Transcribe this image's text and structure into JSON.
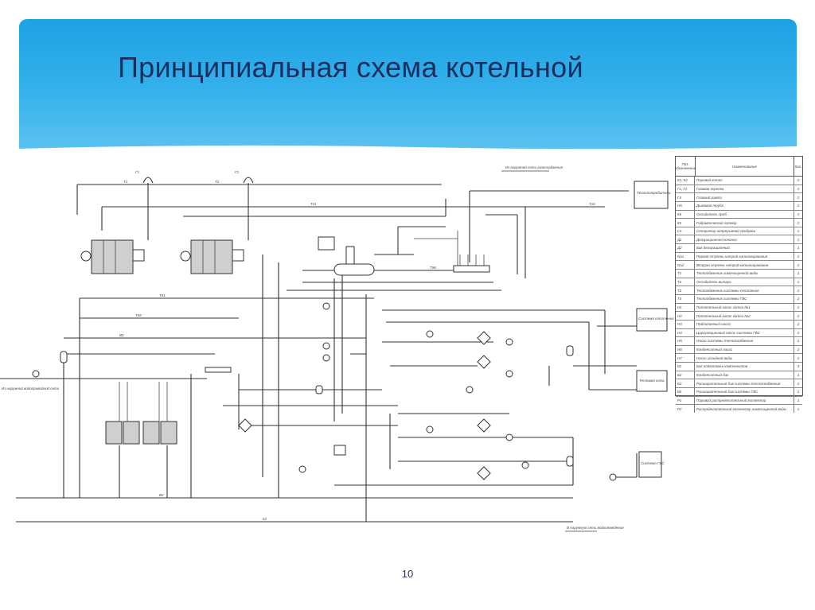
{
  "slide": {
    "title": "Принципиальная схема котельной",
    "page_number": "10"
  },
  "colors": {
    "banner_top": "#1da2e4",
    "banner_bottom": "#5cc2f0",
    "title_text": "#1b2e5e",
    "line": "#333333"
  },
  "diagram": {
    "note_top": "Из наружной сети газоснабжения",
    "note_bottom": "В наружную сеть водоотведения",
    "note_left": "Из наружной водопроводной сети",
    "box_right_1": "Теплопотребители",
    "box_right_2": "Система отопления",
    "box_right_3": "Тепловая сеть",
    "box_right_4": "Система ГВС",
    "pipe_labels": [
      "Т1",
      "Т2",
      "Т11",
      "Т12",
      "Т91",
      "Т92",
      "Т96",
      "В1",
      "В2",
      "К2",
      "Г1",
      "Г2"
    ]
  },
  "legend_table": {
    "headers": [
      "Поз. обозначение",
      "Наименование",
      "Кол."
    ],
    "rows": [
      [
        "К1, К2",
        "Паровой котел",
        "2"
      ],
      [
        "Г1, Г2",
        "Газовая горелка",
        "2"
      ],
      [
        "Г4",
        "Газовый рампа",
        "2"
      ],
      [
        "Н5",
        "Дымовая труба",
        "2"
      ],
      [
        "К6",
        "Охладитель проб",
        "2"
      ],
      [
        "К5",
        "Гидравлический затвор",
        "2"
      ],
      [
        "С1",
        "Сепаратор непрерывной продувки",
        "1"
      ],
      [
        "Д1",
        "Деаэрационная колонка",
        "1"
      ],
      [
        "Д2",
        "Бак деаэрационный",
        "1"
      ],
      [
        "Nа1",
        "Первая ступень натрий-катионирования",
        "2"
      ],
      [
        "Nа2",
        "Вторая ступень натрий-катионирования",
        "2"
      ],
      [
        "Т1",
        "Теплообменник химочищенной воды",
        "1"
      ],
      [
        "Т2",
        "Охладитель выпара",
        "1"
      ],
      [
        "Т3",
        "Теплообменник системы отопления",
        "2"
      ],
      [
        "Т4",
        "Теплообменник системы ГВС",
        "2"
      ],
      [
        "Н1",
        "Питательный насос котла №1",
        "2"
      ],
      [
        "Н2",
        "Питательный насос котла №2",
        "2"
      ],
      [
        "Н3",
        "Подпиточный насос",
        "2"
      ],
      [
        "Н4",
        "Циркуляционный насос системы ГВС",
        "2"
      ],
      [
        "Н5",
        "Насос системы теплоснабжения",
        "2"
      ],
      [
        "Н6",
        "Конденсатный насос",
        "2"
      ],
      [
        "Н7",
        "Насос исходной воды",
        "2"
      ],
      [
        "Б1",
        "Бак подготовки компонентов",
        "3"
      ],
      [
        "Б2",
        "Конденсатный бак",
        "1"
      ],
      [
        "Б3",
        "Расширительный бак системы теплоснабжения",
        "2"
      ],
      [
        "Б4",
        "Расширительный бак системы ГВС",
        "2"
      ],
      [
        "Р1",
        "Паровой распределительный коллектор",
        "1"
      ],
      [
        "Р2",
        "Распределительный коллектор химочищенной воды",
        "1"
      ]
    ]
  }
}
